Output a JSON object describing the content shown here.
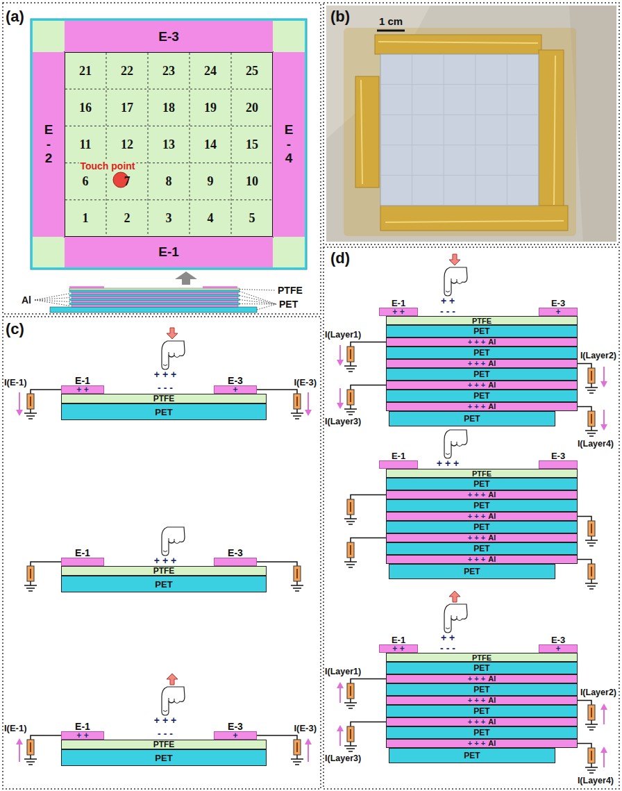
{
  "diagram": {
    "nodes": [
      {
        "text": [
          "E-3"
        ]
      },
      {
        "text": [
          "E-2"
        ]
      },
      {
        "text": [
          "E-4"
        ]
      },
      {
        "text": [
          "E-1"
        ]
      },
      {
        "text": [
          "E-1",
          "+ +"
        ]
      },
      {
        "text": [
          "E-3",
          "+"
        ]
      },
      {
        "text": [
          "PTFE"
        ]
      },
      {
        "text": [
          "PET"
        ]
      },
      {
        "text": [
          "E-1"
        ]
      },
      {
        "text": [
          "E-3"
        ]
      },
      {
        "text": [
          "PTFE"
        ]
      },
      {
        "text": [
          "PET"
        ]
      },
      {
        "text": [
          "E-1",
          "+ +"
        ]
      },
      {
        "text": [
          "E-3",
          "+"
        ]
      },
      {
        "text": [
          "PTFE"
        ]
      },
      {
        "text": [
          "PET"
        ]
      },
      {
        "text": [
          "E-1",
          "+ +"
        ]
      },
      {
        "text": [
          "E-3",
          "+"
        ]
      },
      {
        "text": [
          "PTFE"
        ]
      },
      {
        "text": [
          "PET"
        ]
      },
      {
        "text": [
          "+ + +",
          "Al"
        ]
      },
      {
        "text": [
          "PET"
        ]
      },
      {
        "text": [
          "+ + +",
          "Al"
        ]
      },
      {
        "text": [
          "PET"
        ]
      },
      {
        "text": [
          "+ + +",
          "Al"
        ]
      },
      {
        "text": [
          "PET"
        ]
      },
      {
        "text": [
          "+ + +",
          "Al"
        ]
      },
      {
        "text": [
          "PET"
        ]
      },
      {
        "text": [
          "E-1"
        ]
      },
      {
        "text": [
          "E-3"
        ]
      },
      {
        "text": [
          "PTFE"
        ]
      },
      {
        "text": [
          "PET"
        ]
      },
      {
        "text": [
          "+ + +",
          "Al"
        ]
      },
      {
        "text": [
          "PET"
        ]
      },
      {
        "text": [
          "+ + +",
          "Al"
        ]
      },
      {
        "text": [
          "PET"
        ]
      },
      {
        "text": [
          "+ + +",
          "Al"
        ]
      },
      {
        "text": [
          "PET"
        ]
      },
      {
        "text": [
          "+ + +",
          "Al"
        ]
      },
      {
        "text": [
          "PET"
        ]
      },
      {
        "text": [
          "E-1",
          "+ +"
        ]
      },
      {
        "text": [
          "E-3",
          "+"
        ]
      },
      {
        "text": [
          "PTFE"
        ]
      },
      {
        "text": [
          "PET"
        ]
      },
      {
        "text": [
          "+ + +",
          "Al"
        ]
      },
      {
        "text": [
          "PET"
        ]
      },
      {
        "text": [
          "+ + +",
          "Al"
        ]
      },
      {
        "text": [
          "PET"
        ]
      },
      {
        "text": [
          "+ + +",
          "Al"
        ]
      },
      {
        "text": [
          "PET"
        ]
      },
      {
        "text": [
          "+ + +",
          "Al"
        ]
      },
      {
        "text": [
          "PET"
        ]
      }
    ],
    "labels": [
      "(a)",
      "21",
      "22",
      "23",
      "24",
      "25",
      "16",
      "17",
      "18",
      "19",
      "20",
      "11",
      "12",
      "13",
      "14",
      "15",
      "Touch point",
      "6",
      "7",
      "8",
      "9",
      "10",
      "1",
      "2",
      "3",
      "4",
      "5",
      "Al",
      "PTFE",
      "PET",
      "(b)",
      "1 cm",
      "(c)",
      "+ + +",
      "- - -",
      "I(E-1)",
      "I(E-3)",
      "+ + +",
      "+ + +",
      "- - -",
      "I(E-1)",
      "I(E-3)",
      "(d)",
      "+ +",
      "- - -",
      "I(Layer1)",
      "I(Layer2)",
      "I(Layer3)",
      "I(Layer4)",
      "+ + +",
      "+ +",
      "- - -",
      "I(Layer1)",
      "I(Layer2)",
      "I(Layer3)",
      "I(Layer4)"
    ]
  }
}
